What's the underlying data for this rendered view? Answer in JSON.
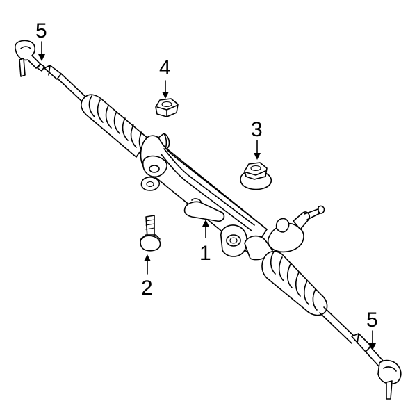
{
  "callouts": [
    {
      "label": "1",
      "part": "rack-and-pinion-assembly"
    },
    {
      "label": "2",
      "part": "mounting-bolt"
    },
    {
      "label": "3",
      "part": "mounting-nut"
    },
    {
      "label": "4",
      "part": "mounting-nut"
    },
    {
      "label": "5",
      "part": "outer-tie-rod-end"
    },
    {
      "label": "5",
      "part": "outer-tie-rod-end"
    }
  ]
}
